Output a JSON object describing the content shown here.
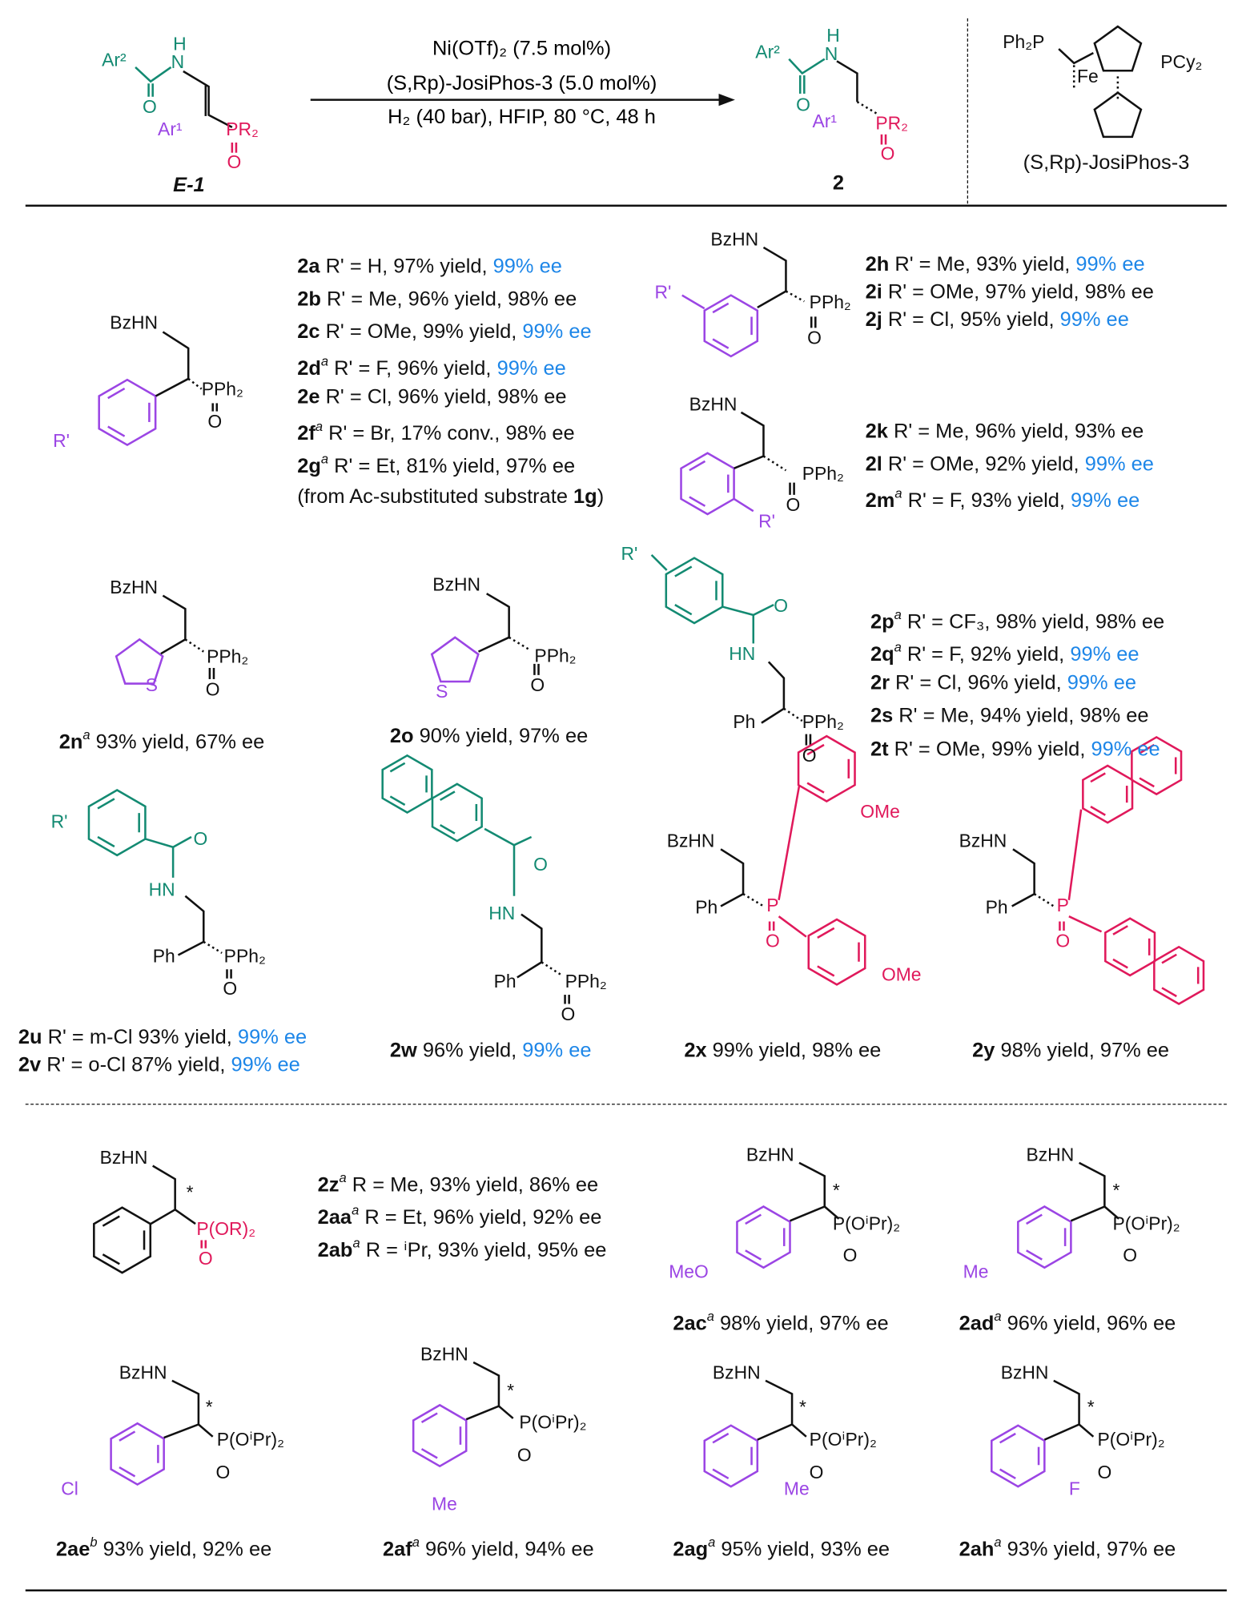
{
  "colors": {
    "ar2": "#138a72",
    "ar1": "#9b45e4",
    "p": "#e0195b",
    "ee_highlight": "#1d86e8",
    "text": "#111111"
  },
  "header": {
    "conditions": [
      "Ni(OTf)₂ (7.5 mol%)",
      "(S,Rp)-JosiPhos-3 (5.0 mol%)",
      "H₂ (40 bar), HFIP, 80 °C, 48 h"
    ],
    "substrate_label": "E-1",
    "product_label": "2",
    "ligand_label": "(S,Rp)-JosiPhos-3",
    "substrate_atoms": [
      "Ar²",
      "H",
      "N",
      "O",
      "Ar¹",
      "PR₂",
      "O"
    ],
    "product_atoms": [
      "Ar²",
      "H",
      "N",
      "O",
      "Ar¹",
      "PR₂",
      "O"
    ],
    "ligand_atoms": [
      "Ph₂P",
      "PCy₂",
      "Fe"
    ]
  },
  "entries": [
    {
      "id": "2a",
      "sup": "",
      "desc": " R' = H, 97% yield, ",
      "ee": "99% ee",
      "hl": true
    },
    {
      "id": "2b",
      "sup": "",
      "desc": " R' = Me, 96% yield, ",
      "ee": "98% ee",
      "hl": false
    },
    {
      "id": "2c",
      "sup": "",
      "desc": " R' = OMe, 99% yield, ",
      "ee": "99% ee",
      "hl": true
    },
    {
      "id": "2d",
      "sup": "a",
      "desc": " R' = F, 96% yield, ",
      "ee": "99% ee",
      "hl": true
    },
    {
      "id": "2e",
      "sup": "",
      "desc": " R' = Cl, 96% yield, ",
      "ee": "98% ee",
      "hl": false
    },
    {
      "id": "2f",
      "sup": "a",
      "desc": " R' = Br, 17% conv., ",
      "ee": "98% ee",
      "hl": false
    },
    {
      "id": "2g",
      "sup": "a",
      "desc": " R' = Et, 81% yield, ",
      "ee": "97% ee",
      "hl": false
    },
    {
      "id": "",
      "sup": "",
      "desc": "(from Ac-substituted substrate ",
      "ee": "",
      "hl": false,
      "tail_bold": "1g",
      "tail": ")"
    },
    {
      "id": "2h",
      "sup": "",
      "desc": " R' = Me, 93% yield, ",
      "ee": "99% ee",
      "hl": true
    },
    {
      "id": "2i",
      "sup": "",
      "desc": " R' = OMe, 97% yield, ",
      "ee": "98% ee",
      "hl": false
    },
    {
      "id": "2j",
      "sup": "",
      "desc": " R' = Cl, 95% yield, ",
      "ee": "99% ee",
      "hl": true
    },
    {
      "id": "2k",
      "sup": "",
      "desc": " R' = Me, 96% yield, ",
      "ee": "93% ee",
      "hl": false
    },
    {
      "id": "2l",
      "sup": "",
      "desc": " R' = OMe, 92% yield, ",
      "ee": "99% ee",
      "hl": true
    },
    {
      "id": "2m",
      "sup": "a",
      "desc": "  R' = F, 93% yield, ",
      "ee": "99% ee",
      "hl": true
    },
    {
      "id": "2n",
      "sup": "a",
      "desc": "  93% yield, ",
      "ee": "67% ee",
      "hl": false
    },
    {
      "id": "2o",
      "sup": "",
      "desc": "  90% yield, ",
      "ee": "97% ee",
      "hl": false
    },
    {
      "id": "2p",
      "sup": "a",
      "desc": " R' = CF₃, 98% yield, ",
      "ee": "98% ee",
      "hl": false
    },
    {
      "id": "2q",
      "sup": "a",
      "desc": " R' = F, 92% yield, ",
      "ee": "99% ee",
      "hl": true
    },
    {
      "id": "2r",
      "sup": "",
      "desc": " R' = Cl, 96% yield, ",
      "ee": "99% ee",
      "hl": true
    },
    {
      "id": "2s",
      "sup": "",
      "desc": " R' = Me, 94% yield, ",
      "ee": "98% ee",
      "hl": false
    },
    {
      "id": "2t",
      "sup": "",
      "desc": " R' = OMe, 99% yield, ",
      "ee": "99% ee",
      "hl": true
    },
    {
      "id": "2u",
      "sup": "",
      "desc": " R' = m-Cl 93% yield, ",
      "ee": "99% ee",
      "hl": true
    },
    {
      "id": "2v",
      "sup": "",
      "desc": " R' = o-Cl 87% yield, ",
      "ee": "99% ee",
      "hl": true
    },
    {
      "id": "2w",
      "sup": "",
      "desc": " 96% yield, ",
      "ee": "99% ee",
      "hl": true
    },
    {
      "id": "2x",
      "sup": "",
      "desc": " 99% yield, ",
      "ee": "98% ee",
      "hl": false
    },
    {
      "id": "2y",
      "sup": "",
      "desc": " 98% yield, ",
      "ee": "97% ee",
      "hl": false
    },
    {
      "id": "2z",
      "sup": "a",
      "desc": " R = Me, 93% yield, ",
      "ee": "86% ee",
      "hl": false
    },
    {
      "id": "2aa",
      "sup": "a",
      "desc": " R = Et, 96% yield, ",
      "ee": "92% ee",
      "hl": false
    },
    {
      "id": "2ab",
      "sup": "a",
      "desc": " R = ⁱPr, 93% yield, ",
      "ee": "95% ee",
      "hl": false
    },
    {
      "id": "2ac",
      "sup": "a",
      "desc": " 98% yield, ",
      "ee": "97% ee",
      "hl": false
    },
    {
      "id": "2ad",
      "sup": "a",
      "desc": " 96% yield, ",
      "ee": "96% ee",
      "hl": false
    },
    {
      "id": "2ae",
      "sup": "b",
      "desc": " 93% yield, ",
      "ee": "92% ee",
      "hl": false
    },
    {
      "id": "2af",
      "sup": "a",
      "desc": " 96% yield, ",
      "ee": "94% ee",
      "hl": false
    },
    {
      "id": "2ag",
      "sup": "a",
      "desc": " 95% yield, ",
      "ee": "93% ee",
      "hl": false
    },
    {
      "id": "2ah",
      "sup": "a",
      "desc": " 93% yield, ",
      "ee": "97% ee",
      "hl": false
    }
  ],
  "structures": {
    "s2a": [
      "BzHN",
      "R'",
      "PPh₂",
      "O"
    ],
    "s2h": [
      "BzHN",
      "R'",
      "PPh₂",
      "O"
    ],
    "s2k": [
      "BzHN",
      "R'",
      "PPh₂",
      "O"
    ],
    "s2n": [
      "BzHN",
      "S",
      "PPh₂",
      "O"
    ],
    "s2o": [
      "BzHN",
      "S",
      "PPh₂",
      "O"
    ],
    "s2p": [
      "R'",
      "O",
      "HN",
      "Ph",
      "PPh₂",
      "O"
    ],
    "s2u": [
      "R'",
      "O",
      "HN",
      "Ph",
      "PPh₂",
      "O"
    ],
    "s2w": [
      "O",
      "HN",
      "Ph",
      "PPh₂",
      "O"
    ],
    "s2x": [
      "BzHN",
      "Ph",
      "P",
      "O",
      "OMe",
      "OMe"
    ],
    "s2y": [
      "BzHN",
      "Ph",
      "P",
      "O"
    ],
    "s2z": [
      "BzHN",
      "*",
      "P(OR)₂",
      "O"
    ],
    "s2ac": [
      "BzHN",
      "*",
      "P(OⁱPr)₂",
      "O",
      "MeO"
    ],
    "s2ad": [
      "BzHN",
      "*",
      "P(OⁱPr)₂",
      "O",
      "Me"
    ],
    "s2ae": [
      "BzHN",
      "*",
      "P(OⁱPr)₂",
      "O",
      "Cl"
    ],
    "s2af": [
      "BzHN",
      "*",
      "P(OⁱPr)₂",
      "O",
      "Me"
    ],
    "s2ag": [
      "BzHN",
      "*",
      "P(OⁱPr)₂",
      "O",
      "Me"
    ],
    "s2ah": [
      "BzHN",
      "*",
      "P(OⁱPr)₂",
      "O",
      "F"
    ]
  }
}
